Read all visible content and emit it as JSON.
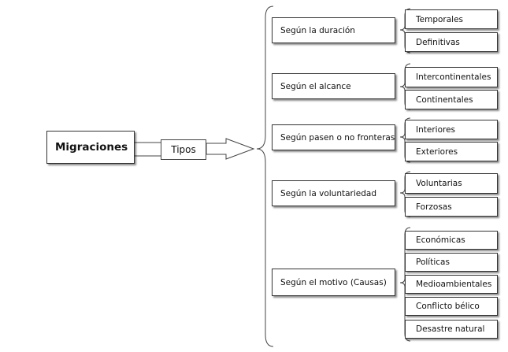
{
  "diagram": {
    "root": {
      "label": "Migraciones"
    },
    "connector": {
      "label": "Tipos"
    },
    "categories": [
      {
        "label": "Según la duración",
        "items": [
          "Temporales",
          "Definitivas"
        ]
      },
      {
        "label": "Según el alcance",
        "items": [
          "Intercontinentales",
          "Continentales"
        ]
      },
      {
        "label": "Según pasen o no fronteras",
        "items": [
          "Interiores",
          "Exteriores"
        ]
      },
      {
        "label": "Según la voluntariedad",
        "items": [
          "Voluntarias",
          "Forzosas"
        ]
      },
      {
        "label": "Según el motivo (Causas)",
        "items": [
          "Económicas",
          "Políticas",
          "Medioambientales",
          "Conflicto bélico",
          "Desastre natural"
        ]
      }
    ]
  }
}
